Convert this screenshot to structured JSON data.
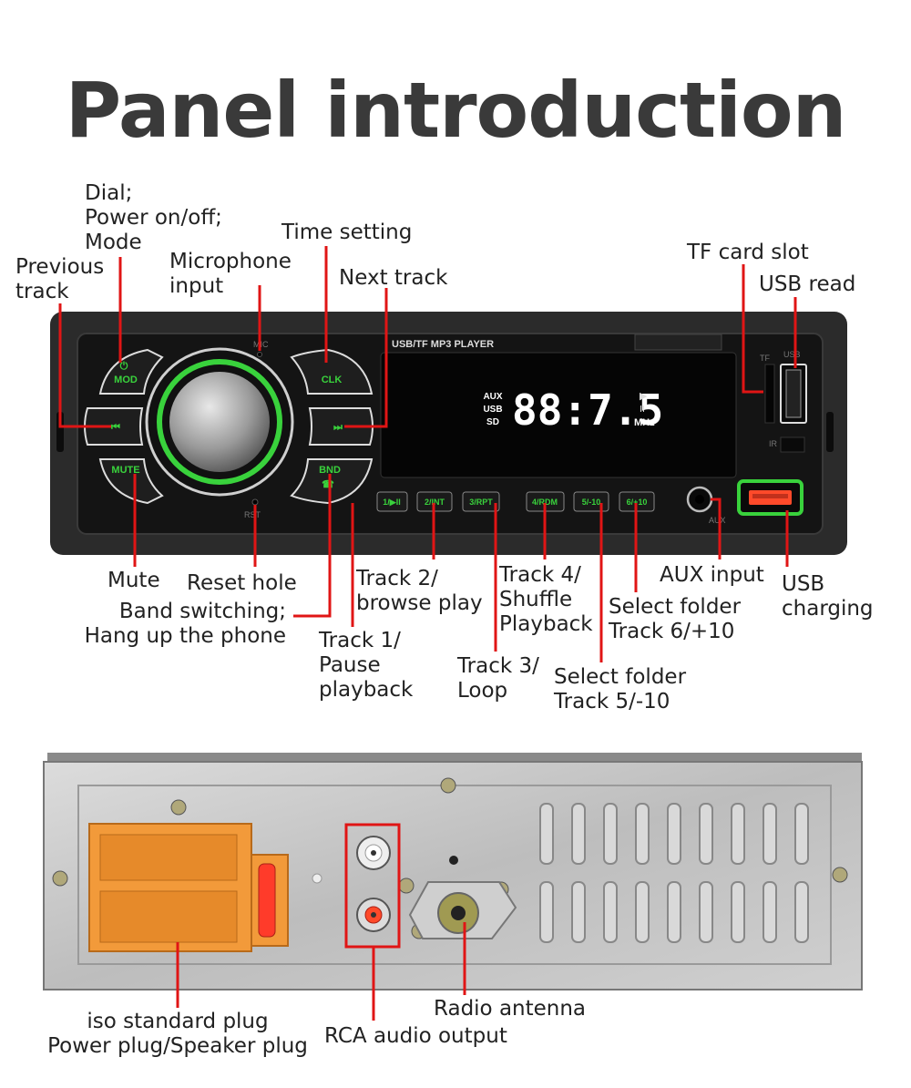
{
  "title": "Panel introduction",
  "colors": {
    "accent_green": "#39d23c",
    "callout_red": "#e01515",
    "orange_plug": "#f29a3a",
    "usb_red": "#ff4a2a"
  },
  "panel": {
    "header_text": "USB/TF MP3 PLAYER",
    "mic_text": "MIC",
    "rst_text": "RST",
    "aux_port_text": "AUX",
    "tf_text": "TF",
    "usb_port_text": "USB",
    "ir_text": "IR",
    "buttons": {
      "mod": "MOD",
      "clk": "CLK",
      "mute": "MUTE",
      "bnd": "BND"
    },
    "keys": [
      "1/▶II",
      "2/INT",
      "3/RPT",
      "4/RDM",
      "5/-10",
      "6/+10"
    ],
    "lcd": {
      "sources": [
        "AUX",
        "USB",
        "SD"
      ],
      "digits": "88:7.5",
      "unit": "MHz"
    }
  },
  "labels": {
    "dial": "Dial;\nPower on/off;\nMode",
    "previous": "Previous\ntrack",
    "microphone": "Microphone\ninput",
    "time": "Time setting",
    "next": "Next track",
    "tf": "TF card slot",
    "usb_read": "USB read",
    "mute": "Mute",
    "reset": "Reset hole",
    "band": "Band switching;\nHang up the phone",
    "track1": "Track 1/\nPause\nplayback",
    "track2": "Track 2/\nbrowse play",
    "track3": "Track 3/\nLoop",
    "track4": "Track 4/\nShuffle\nPlayback",
    "folder5": "Select folder\nTrack 5/-10",
    "folder6": "Select folder\nTrack 6/+10",
    "aux": "AUX input",
    "usb_charging": "USB\ncharging",
    "iso": "iso standard plug\nPower plug/Speaker plug",
    "rca": "RCA audio output",
    "antenna": "Radio antenna"
  }
}
